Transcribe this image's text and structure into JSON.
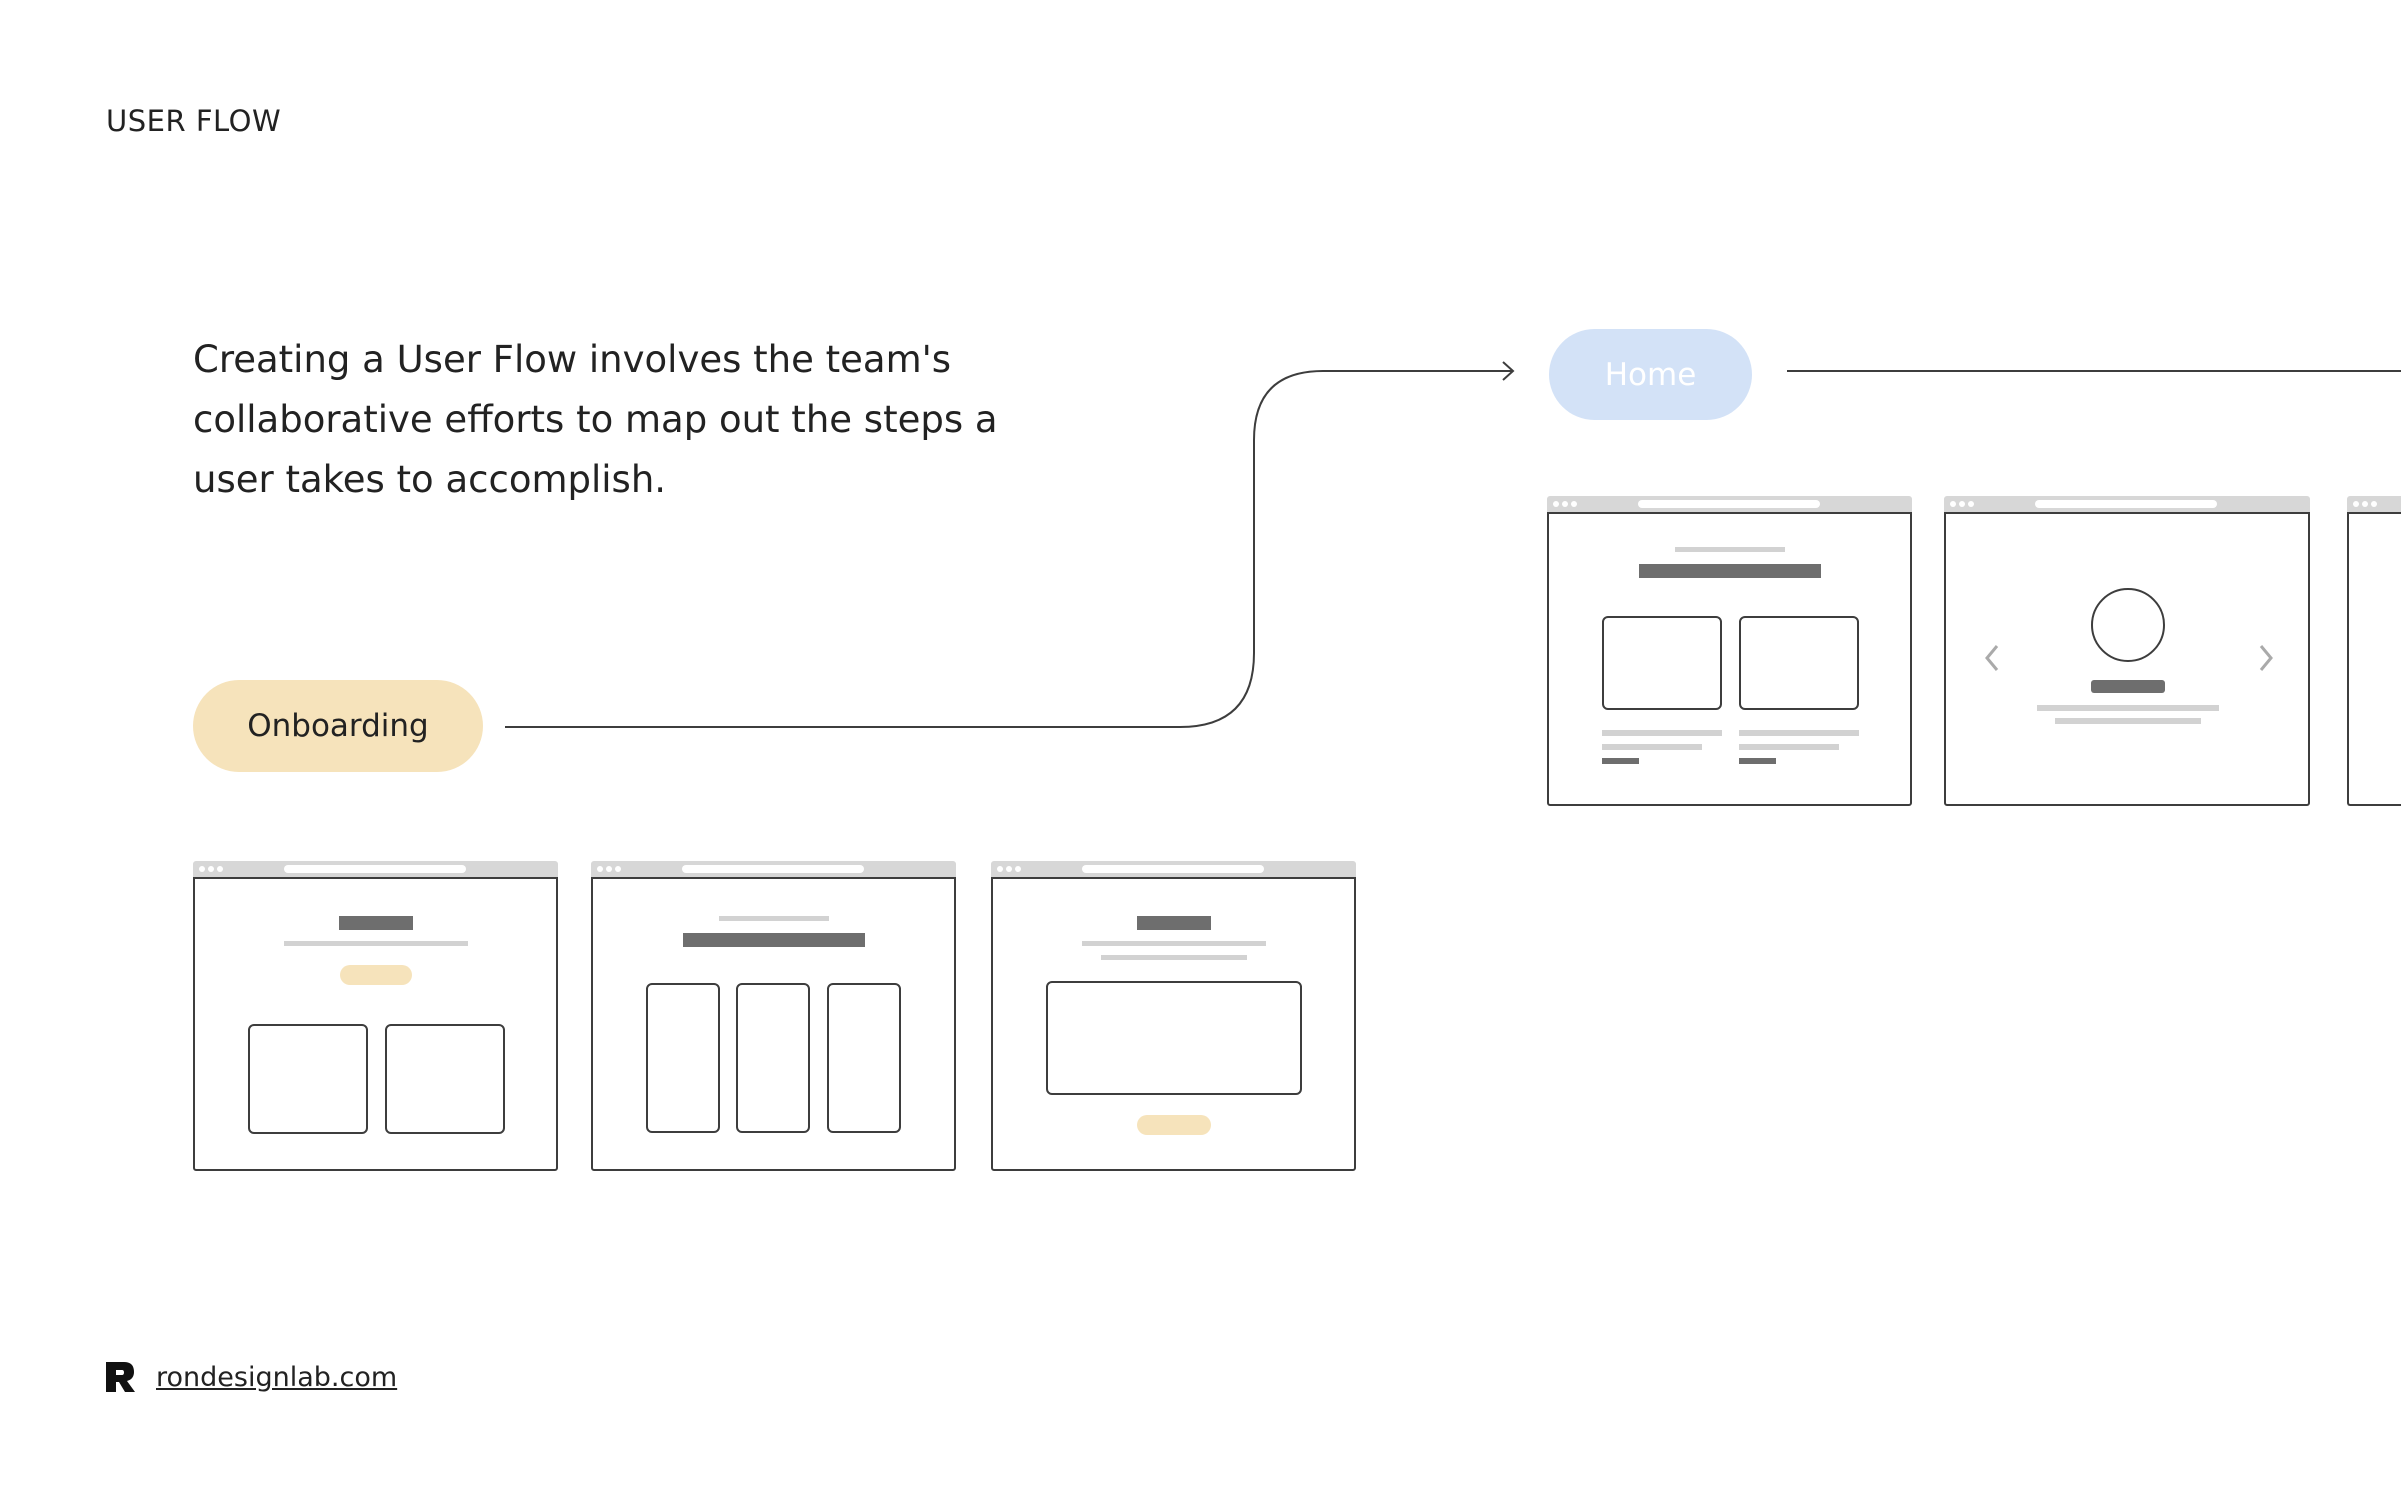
{
  "header": {
    "section_label": "USER FLOW"
  },
  "intro": {
    "text": "Creating a User Flow involves the team's collaborative efforts to map out the steps a user takes to accomplish."
  },
  "flow": {
    "steps": [
      {
        "label": "Onboarding",
        "color": "#f6e3bb"
      },
      {
        "label": "Home",
        "color": "#d3e2f7"
      }
    ]
  },
  "footer": {
    "logo_icon": "rondesignlab-logo-icon",
    "link_text": "rondesignlab.com"
  }
}
